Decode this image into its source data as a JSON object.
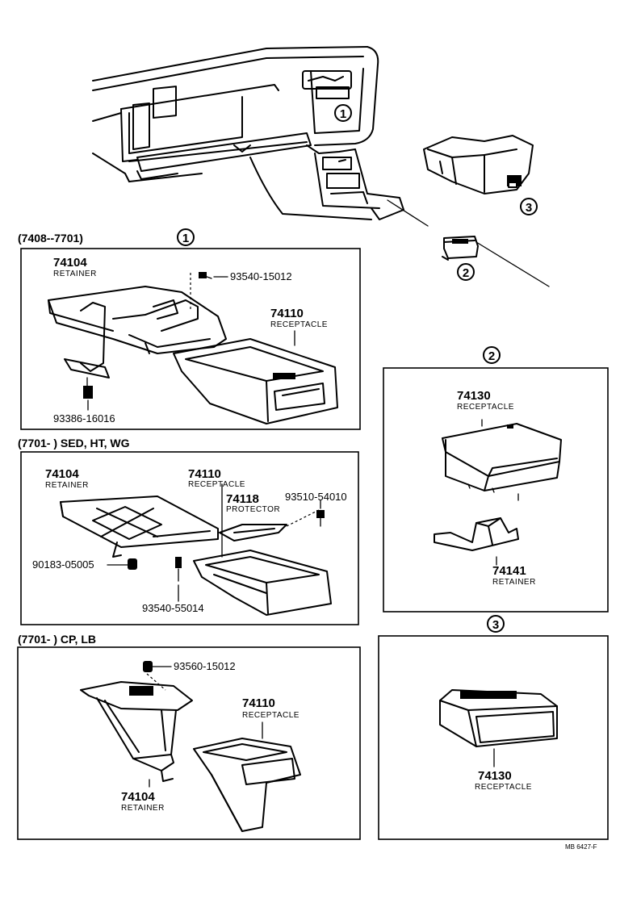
{
  "callouts": {
    "one": "1",
    "two": "2",
    "three": "3"
  },
  "panel_a": {
    "header": "(7408--7701)",
    "retainer_num": "74104",
    "retainer_name": "RETAINER",
    "screw": "93540-15012",
    "receptacle_num": "74110",
    "receptacle_name": "RECEPTACLE",
    "bolt": "93386-16016"
  },
  "panel_b": {
    "header": "(7701-        ) SED, HT, WG",
    "retainer_num": "74104",
    "retainer_name": "RETAINER",
    "receptacle_num": "74110",
    "receptacle_name": "RECEPTACLE",
    "protector_num": "74118",
    "protector_name": "PROTECTOR",
    "screw_a": "93510-54010",
    "clip": "90183-05005",
    "screw_b": "93540-55014"
  },
  "panel_c": {
    "header": "(7701-        ) CP, LB",
    "screw": "93560-15012",
    "receptacle_num": "74110",
    "receptacle_name": "RECEPTACLE",
    "retainer_num": "74104",
    "retainer_name": "RETAINER"
  },
  "panel_2": {
    "receptacle_num": "74130",
    "receptacle_name": "RECEPTACLE",
    "retainer_num": "74141",
    "retainer_name": "RETAINER"
  },
  "panel_3": {
    "receptacle_num": "74130",
    "receptacle_name": "RECEPTACLE"
  },
  "footer_code": "MB 6427-F"
}
